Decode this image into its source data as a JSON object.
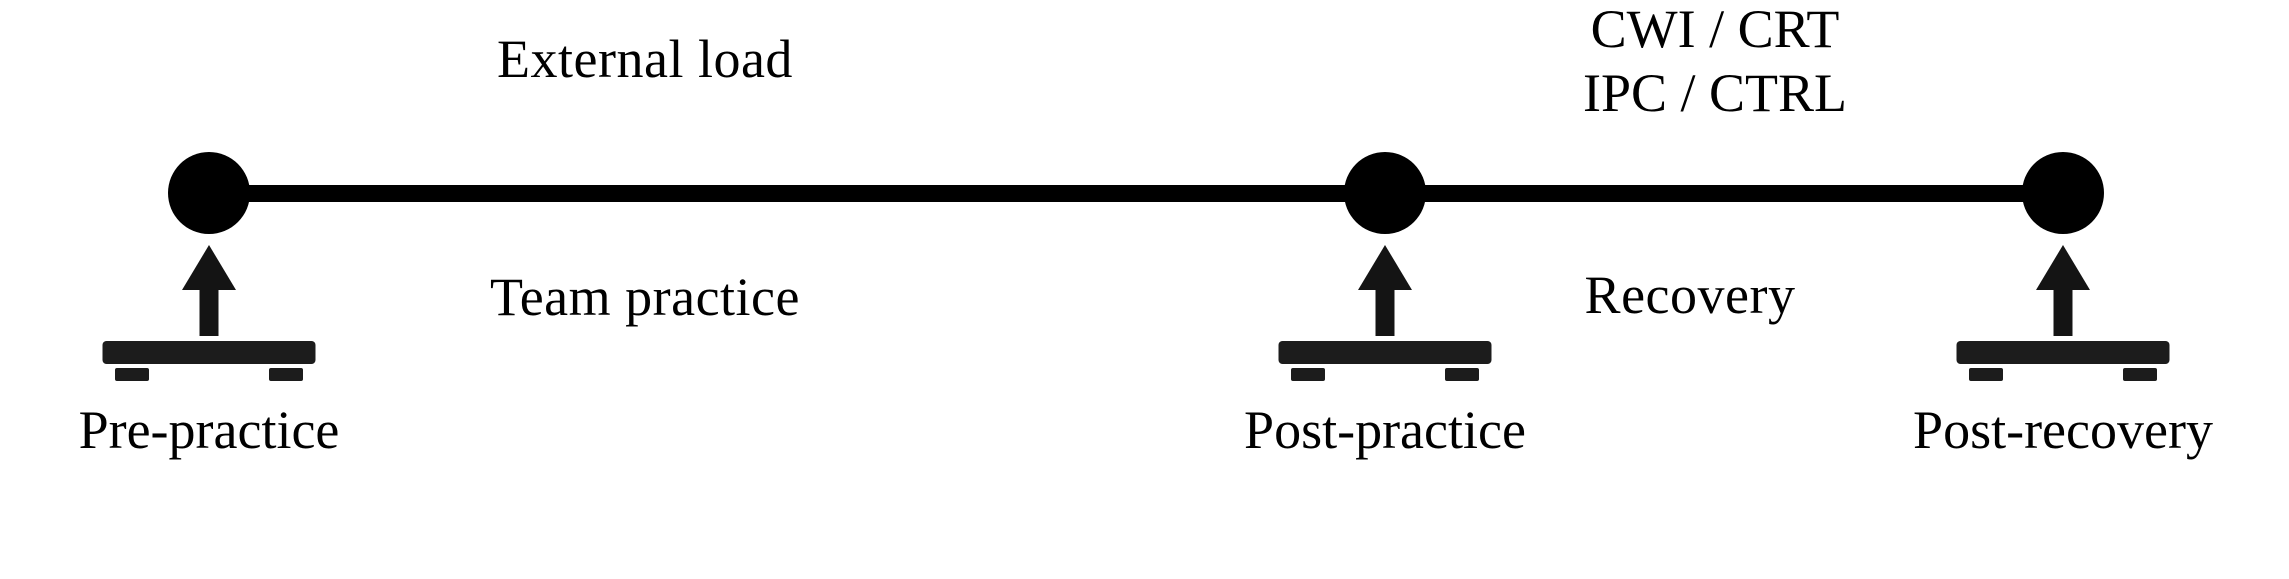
{
  "figure": {
    "type": "study-protocol-timeline",
    "background_color": "#ffffff",
    "ink_color": "#000000"
  },
  "timeline": {
    "above_line_label": "External load",
    "below_line_label": "Team practice",
    "recovery_label": "Recovery",
    "interventions": [
      "CWI / CRT",
      "IPC / CTRL"
    ],
    "nodes": [
      {
        "id": "pre-practice",
        "caption": "Pre-practice"
      },
      {
        "id": "post-practice",
        "caption": "Post-practice"
      },
      {
        "id": "post-recovery",
        "caption": "Post-recovery"
      }
    ]
  },
  "icons": {
    "arrow": "arrow-up-icon",
    "bench": "bench-icon",
    "node": "timeline-node-icon"
  }
}
